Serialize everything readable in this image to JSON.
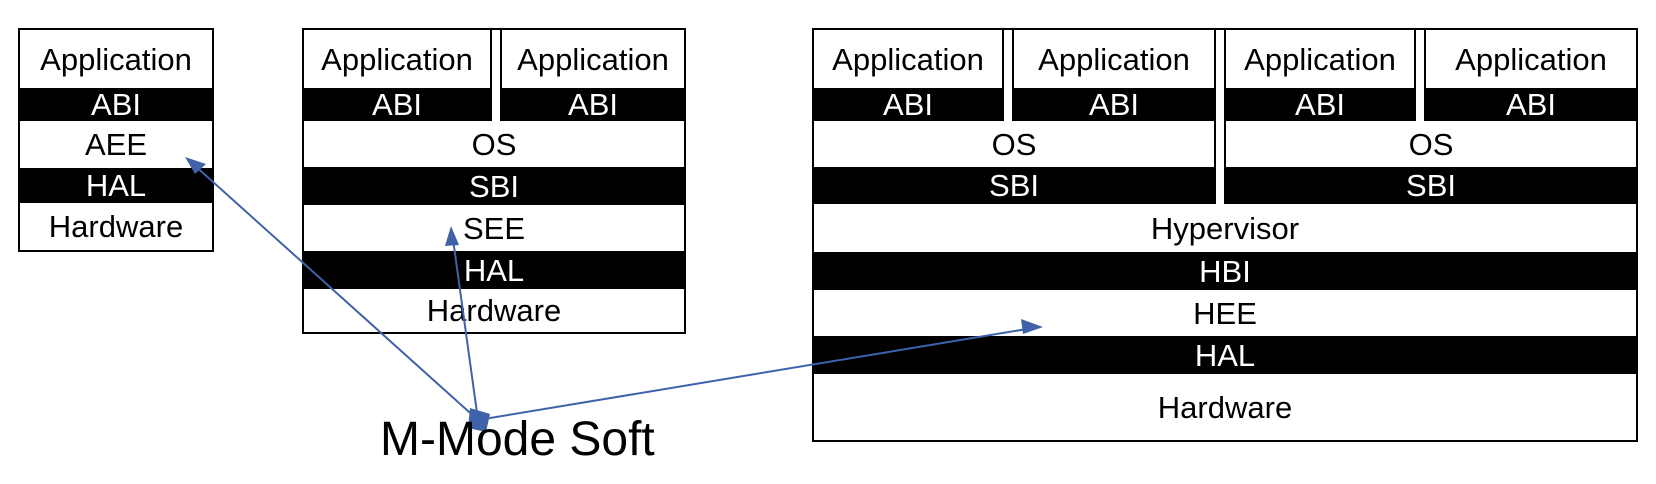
{
  "stack1": {
    "application": "Application",
    "abi": "ABI",
    "aee": "AEE",
    "hal": "HAL",
    "hardware": "Hardware"
  },
  "stack2": {
    "application_left": "Application",
    "abi_left": "ABI",
    "application_right": "Application",
    "abi_right": "ABI",
    "os": "OS",
    "sbi": "SBI",
    "see": "SEE",
    "hal": "HAL",
    "hardware": "Hardware"
  },
  "stack3": {
    "vm_left": {
      "application_1": "Application",
      "abi_1": "ABI",
      "application_2": "Application",
      "abi_2": "ABI",
      "os": "OS",
      "sbi": "SBI"
    },
    "vm_right": {
      "application_1": "Application",
      "abi_1": "ABI",
      "application_2": "Application",
      "abi_2": "ABI",
      "os": "OS",
      "sbi": "SBI"
    },
    "hypervisor": "Hypervisor",
    "hbi": "HBI",
    "hee": "HEE",
    "hal": "HAL",
    "hardware": "Hardware"
  },
  "caption": "M-Mode Soft",
  "colors": {
    "arrow": "#3f62a8",
    "interface_bar": "#000000",
    "layer": "#ffffff"
  }
}
